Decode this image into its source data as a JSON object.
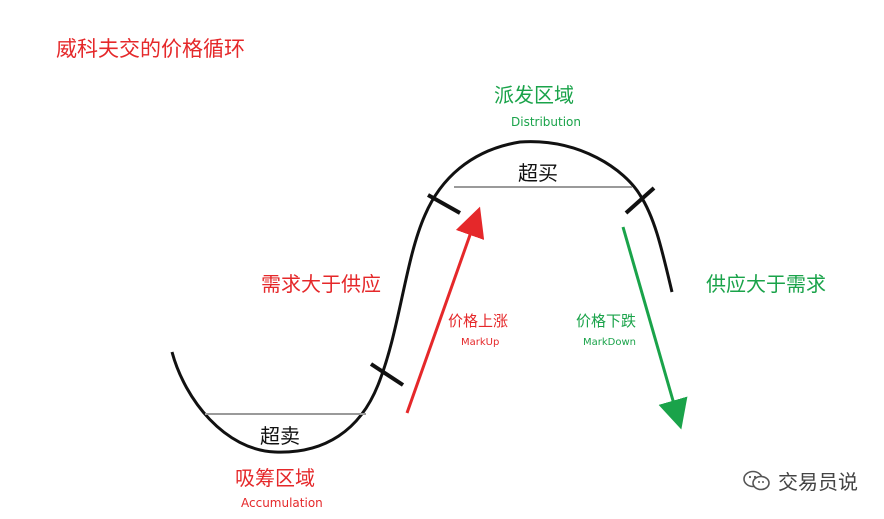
{
  "title": "威科夫交的价格循环",
  "accumulation": {
    "cn": "吸筹区域",
    "en": "Accumulation"
  },
  "distribution": {
    "cn": "派发区域",
    "en": "Distribution"
  },
  "oversold": "超卖",
  "overbought": "超买",
  "demand_gt_supply": "需求大于供应",
  "supply_gt_demand": "供应大于需求",
  "markup": {
    "cn": "价格上涨",
    "en": "MarkUp"
  },
  "markdown": {
    "cn": "价格下跌",
    "en": "MarkDown"
  },
  "watermark": "交易员说",
  "colors": {
    "red": "#e5282a",
    "green": "#1aa34a",
    "curve": "#111111",
    "level": "#9a9a9a"
  },
  "icons": {
    "watermark": "wechat-icon"
  }
}
